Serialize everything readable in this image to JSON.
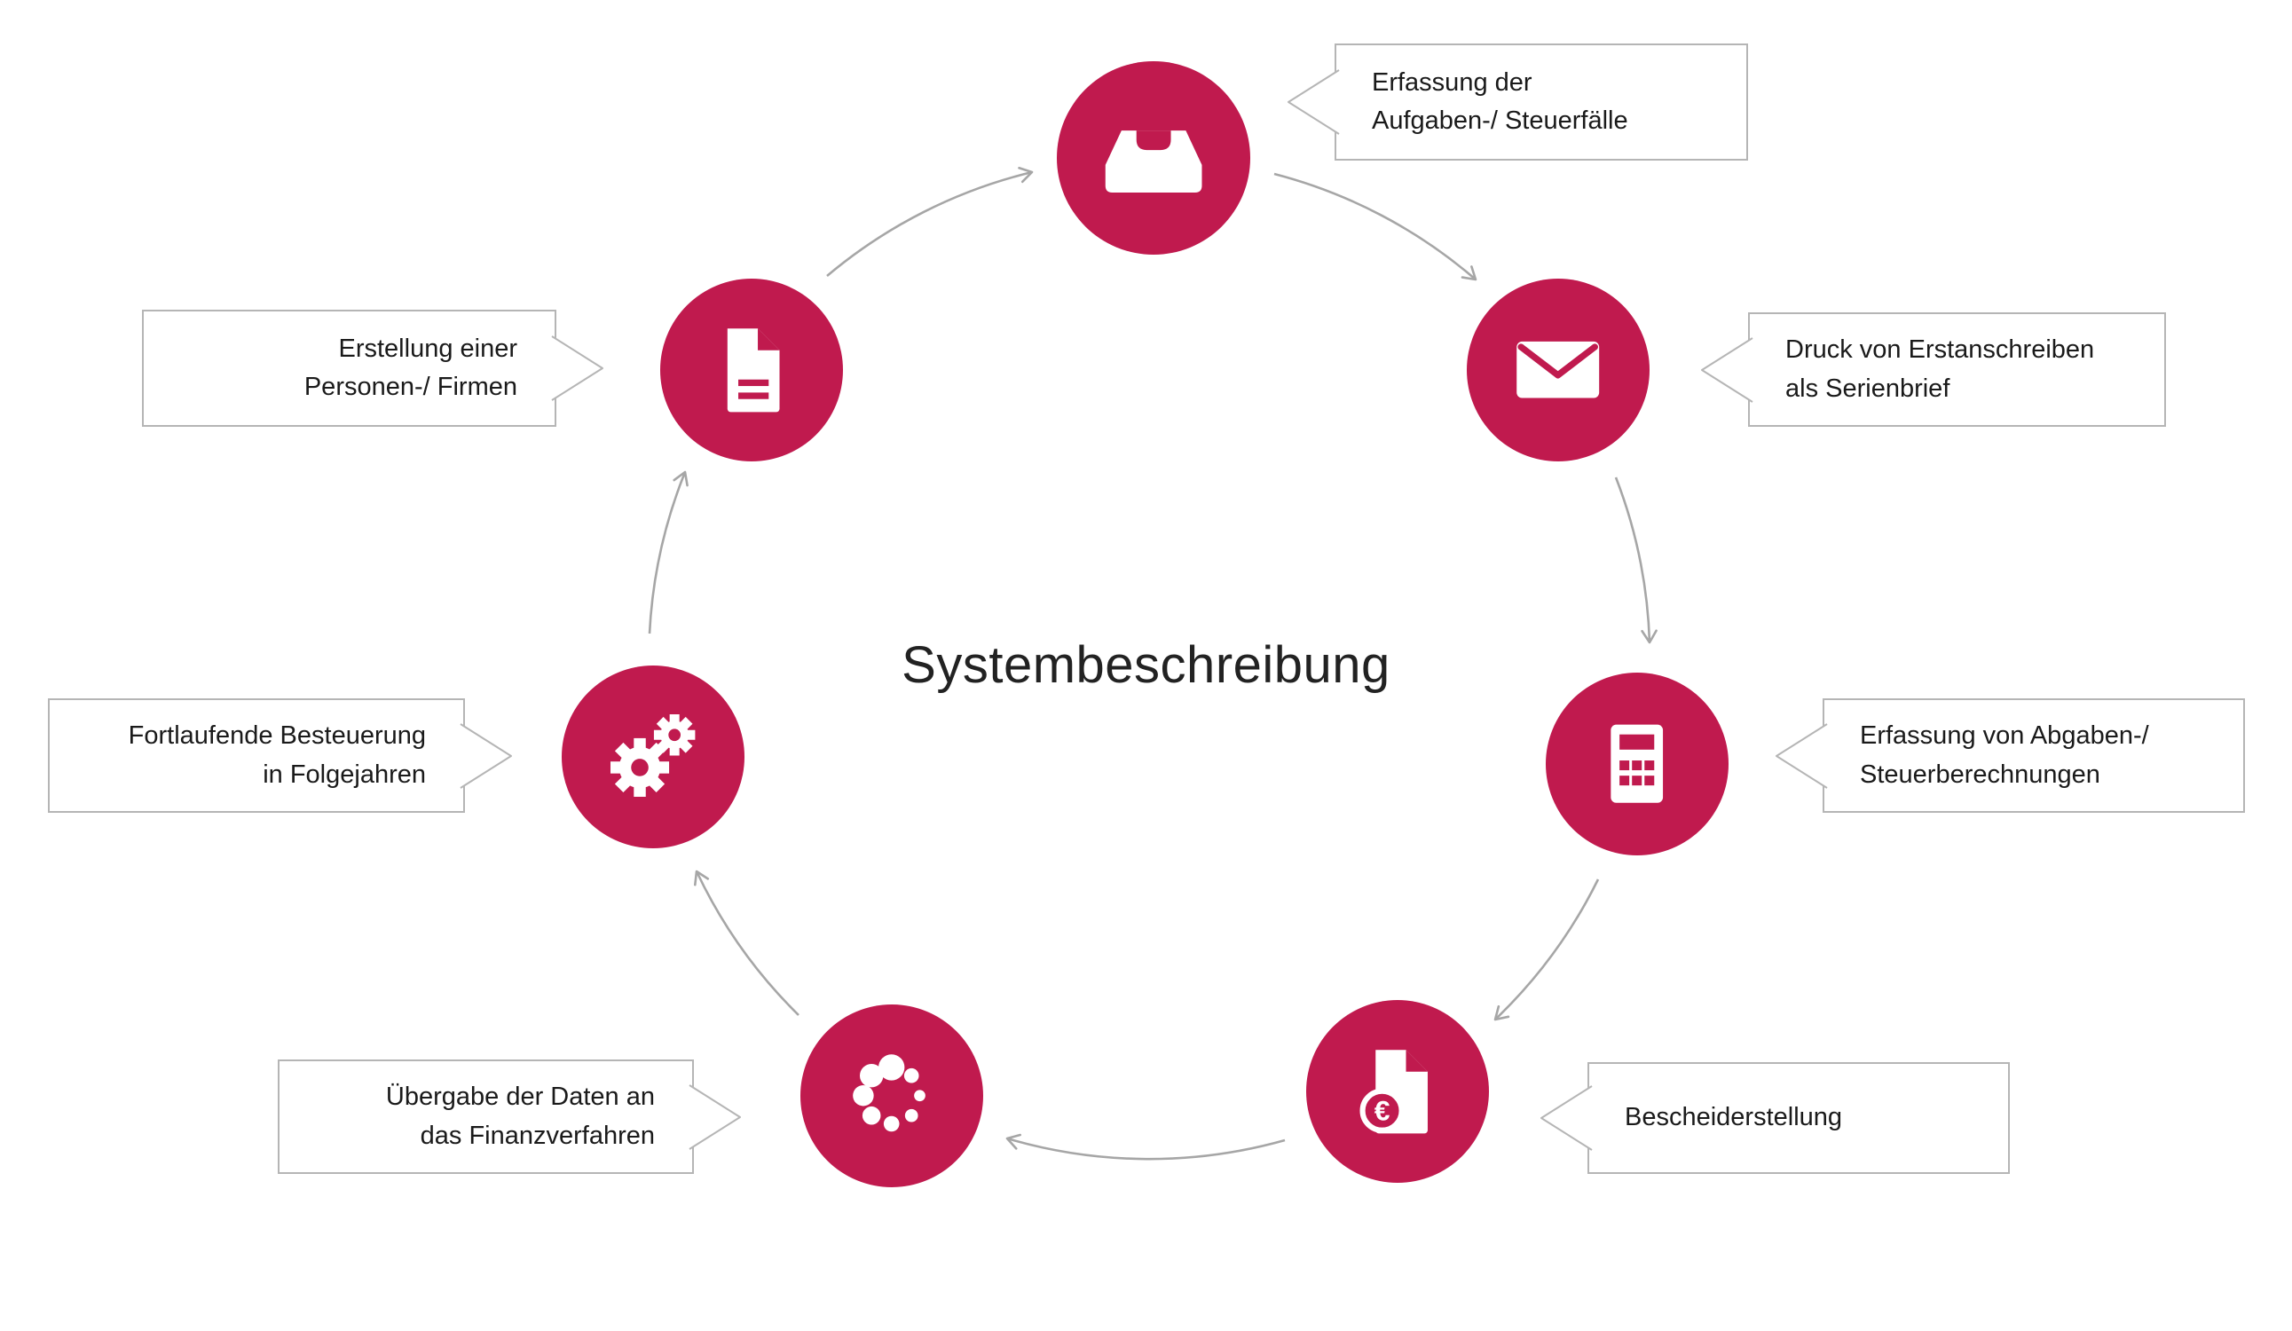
{
  "title": "Systembeschreibung",
  "diagram_type": "cycle",
  "colors": {
    "node_fill": "#c01a4e",
    "icon": "#ffffff",
    "arrow": "#a6a6a6",
    "callout_border": "#b5b5b5",
    "text": "#1a1a1a"
  },
  "nodes": [
    {
      "id": "erfassung-aufgaben",
      "icon": "inbox-tray-icon",
      "label": {
        "line1": "Erfassung der",
        "line2": "Aufgaben-/ Steuerfälle"
      }
    },
    {
      "id": "druck-erstanschreiben",
      "icon": "envelope-icon",
      "label": {
        "line1": "Druck von Erstanschreiben",
        "line2": "als Serienbrief"
      }
    },
    {
      "id": "erfassung-abgaben",
      "icon": "calculator-icon",
      "label": {
        "line1": "Erfassung von Abgaben-/",
        "line2": "Steuerberechnungen"
      }
    },
    {
      "id": "bescheiderstellung",
      "icon": "euro-document-icon",
      "label": {
        "line1": "Bescheiderstellung",
        "line2": ""
      }
    },
    {
      "id": "uebergabe-finanzverfahren",
      "icon": "dotted-spinner-icon",
      "label": {
        "line1": "Übergabe der Daten an",
        "line2": "das Finanzverfahren"
      }
    },
    {
      "id": "fortlaufende-besteuerung",
      "icon": "gears-icon",
      "label": {
        "line1": "Fortlaufende Besteuerung",
        "line2": "in Folgejahren"
      }
    },
    {
      "id": "erstellung-personen",
      "icon": "document-icon",
      "label": {
        "line1": "Erstellung einer",
        "line2": "Personen-/ Firmen"
      }
    }
  ],
  "flow_clockwise": [
    "erstellung-personen",
    "erfassung-aufgaben",
    "druck-erstanschreiben",
    "erfassung-abgaben",
    "bescheiderstellung",
    "uebergabe-finanzverfahren",
    "fortlaufende-besteuerung",
    "erstellung-personen"
  ]
}
